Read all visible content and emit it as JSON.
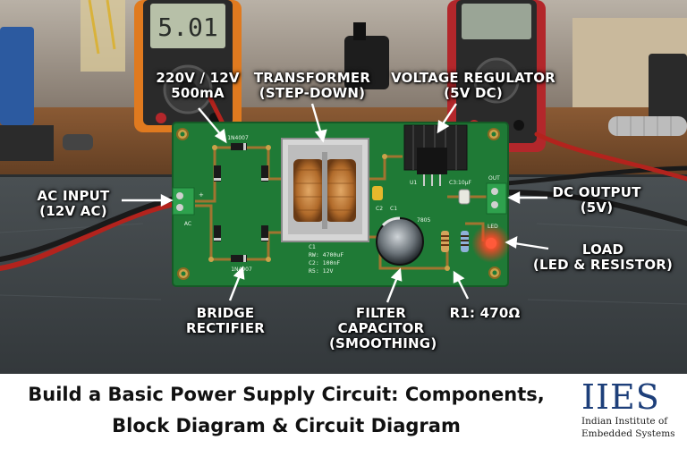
{
  "meters": {
    "left_display": "5.01"
  },
  "pcb": {
    "d_top": "1N4007",
    "d_bottom": "1N4007",
    "connector_in": "AC",
    "out_label": "OUT",
    "led_label": "LED",
    "c3_label": "C3:10µF",
    "reg_pin": "U1",
    "ic_label": "7805",
    "c2_label": "C2",
    "c1_label": "C1",
    "notes": [
      "C1",
      "RW: 4700uF",
      "C2: 100nF",
      "R5: 12V"
    ]
  },
  "labels": {
    "ac_input": [
      "AC INPUT",
      "(12V AC)"
    ],
    "rating": [
      "220V / 12V",
      "500mA"
    ],
    "transformer": [
      "TRANSFORMER",
      "(STEP-DOWN)"
    ],
    "regulator": [
      "VOLTAGE REGULATOR",
      "(5V DC)"
    ],
    "dc_output": [
      "DC OUTPUT",
      "(5V)"
    ],
    "load": [
      "LOAD",
      "(LED & RESISTOR)"
    ],
    "bridge": [
      "BRIDGE",
      "RECTIFIER"
    ],
    "filter": [
      "FILTER",
      "CAPACITOR",
      "(SMOOTHING)"
    ],
    "resistor": [
      "R1: 470Ω"
    ]
  },
  "banner": {
    "title_lines": [
      "Build a Basic Power Supply Circuit: Components,",
      "Block Diagram & Circuit Diagram"
    ]
  },
  "logo": {
    "mark": "IIES",
    "name_lines": [
      "Indian Institute of",
      "Embedded Systems"
    ]
  },
  "colors": {
    "pcb": "#1f7a36",
    "mat": "#3d4346",
    "copper": "#b8732f",
    "meter_orange": "#e07a1f",
    "meter_red": "#b3272b",
    "logo_blue": "#1d3f7a"
  }
}
